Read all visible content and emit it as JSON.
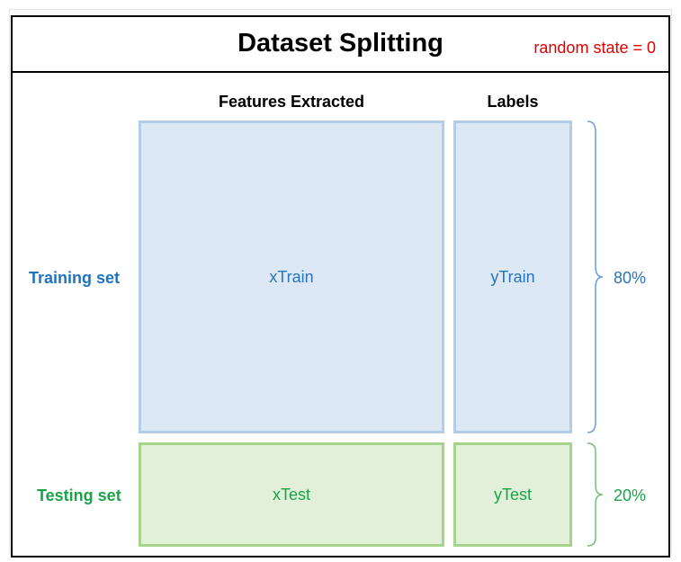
{
  "title": "Dataset Splitting",
  "random_state_label": "random state = 0",
  "columns": {
    "features": "Features Extracted",
    "labels": "Labels"
  },
  "rows": {
    "training": {
      "label": "Training set",
      "x_block": "xTrain",
      "y_block": "yTrain",
      "percent": "80%"
    },
    "testing": {
      "label": "Testing set",
      "x_block": "xTest",
      "y_block": "yTest",
      "percent": "20%"
    }
  },
  "colors": {
    "title_text": "#000000",
    "random_state_text": "#e00000",
    "train_fill": "#dde8f5",
    "train_border": "#b4cde6",
    "train_text": "#2b74b8",
    "test_fill": "#e2efd9",
    "test_border": "#a6d38a",
    "test_text": "#1aa34a"
  }
}
